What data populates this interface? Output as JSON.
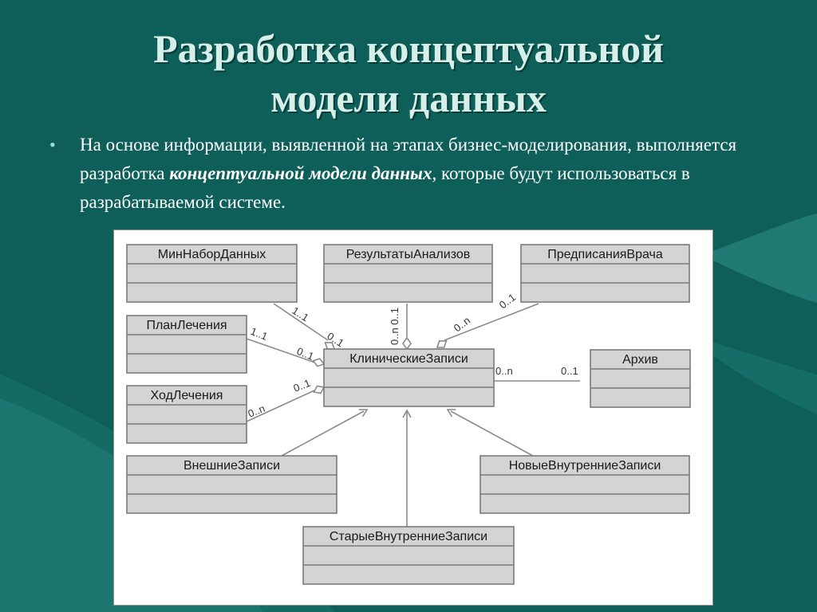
{
  "slide": {
    "title_line1": "Разработка концептуальной",
    "title_line2": "модели данных",
    "bullet_marker": "•",
    "bullet": {
      "part1": "На основе информации, выявленной на этапах бизнес-моделирования, выполняется разработка ",
      "emphasis": "концептуальной модели данных",
      "part2": ", которые будут использоваться в разрабатываемой системе."
    }
  },
  "colors": {
    "background": "#0e5f5a",
    "title_text": "#d6efe9",
    "body_text": "#ffffff",
    "class_fill": "#d4d4d4",
    "class_stroke": "#7a7a7a",
    "connector": "#8a8a8a"
  },
  "diagram": {
    "classes": [
      {
        "id": "minset",
        "name": "МинНаборДанных"
      },
      {
        "id": "results",
        "name": "РезультатыАнализов"
      },
      {
        "id": "prescriptions",
        "name": "ПредписанияВрача"
      },
      {
        "id": "plan",
        "name": "ПланЛечения"
      },
      {
        "id": "clinical",
        "name": "КлиническиеЗаписи"
      },
      {
        "id": "archive",
        "name": "Архив"
      },
      {
        "id": "progress",
        "name": "ХодЛечения"
      },
      {
        "id": "external",
        "name": "ВнешниеЗаписи"
      },
      {
        "id": "newinternal",
        "name": "НовыеВнутренниеЗаписи"
      },
      {
        "id": "oldinternal",
        "name": "СтарыеВнутренниеЗаписи"
      }
    ],
    "multiplicities": {
      "minset_src": "1..1",
      "minset_dst": "0..1",
      "results_dst": "0..n 0..1",
      "prescriptions_src": "0..1",
      "prescriptions_dst": "0..n",
      "plan_src": "1..1",
      "plan_dst": "0..1",
      "progress_src": "0..n",
      "progress_dst": "0..1",
      "archive_src": "0..n",
      "archive_dst": "0..1"
    }
  }
}
